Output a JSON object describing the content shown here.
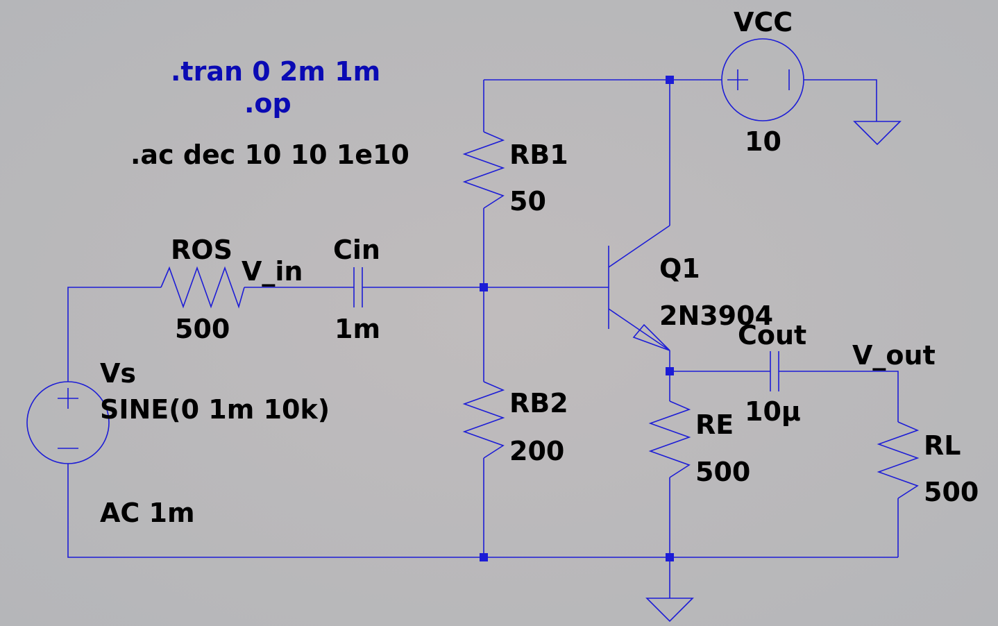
{
  "directives": {
    "tran": ".tran 0 2m 1m",
    "op": ".op",
    "ac": ".ac dec 10 10 1e10"
  },
  "components": {
    "vcc": {
      "name": "VCC",
      "value": "10"
    },
    "rb1": {
      "name": "RB1",
      "value": "50"
    },
    "rb2": {
      "name": "RB2",
      "value": "200"
    },
    "ros": {
      "name": "ROS",
      "value": "500"
    },
    "cin": {
      "name": "Cin",
      "value": "1m"
    },
    "q1": {
      "name": "Q1",
      "value": "2N3904"
    },
    "cout": {
      "name": "Cout",
      "value": "10µ"
    },
    "re": {
      "name": "RE",
      "value": "500"
    },
    "rl": {
      "name": "RL",
      "value": "500"
    },
    "vs": {
      "name": "Vs",
      "value": "SINE(0 1m 10k)",
      "ac": "AC 1m"
    }
  },
  "nets": {
    "v_in": "V_in",
    "v_out": "V_out"
  },
  "colors": {
    "background": "#b9b9bb",
    "wire": "#1c1cd6",
    "directive_text": "#0a0ab4",
    "label_text": "#000000"
  }
}
